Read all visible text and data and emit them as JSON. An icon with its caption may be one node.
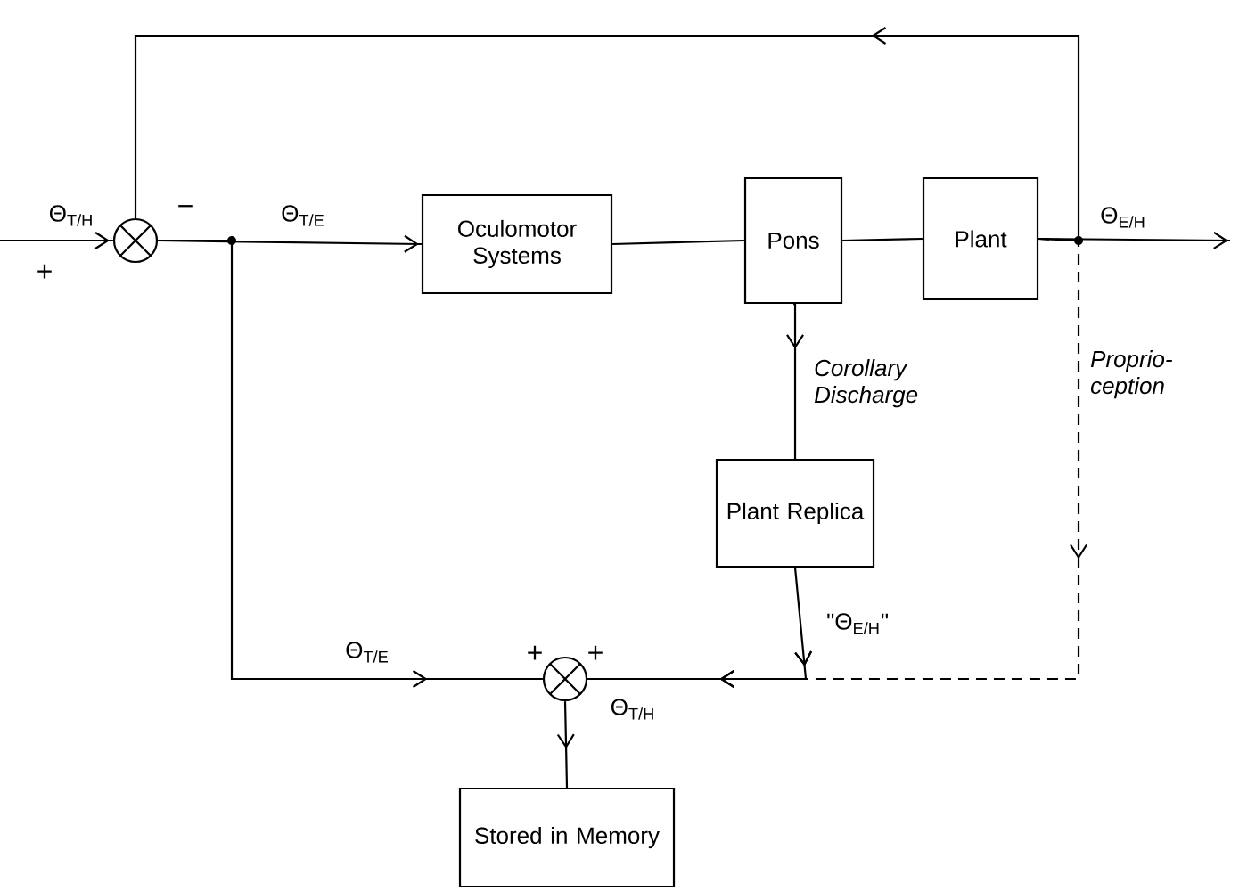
{
  "diagram": {
    "nodes": [
      {
        "text": [],
        "shape": "circle"
      },
      {
        "text": [
          "Oculomotor Systems"
        ]
      },
      {
        "text": [
          "Pons"
        ]
      },
      {
        "text": [
          "Plant"
        ]
      },
      {
        "text": [
          "Plant Replica"
        ]
      },
      {
        "text": [],
        "shape": "circle"
      },
      {
        "text": [
          "Stored in Memory"
        ]
      }
    ],
    "edges": [
      {
        "from": null,
        "to": 0,
        "arrow": "to",
        "label": "Θ$_{T/H}$"
      },
      {
        "from": 0,
        "to": 1,
        "arrow": "to",
        "label": "Θ$_{T/E}$"
      },
      {
        "from": 0,
        "to": 5,
        "arrow": "to",
        "label": "Θ$_{T/E}$"
      },
      {
        "from": 1,
        "to": 2,
        "arrow": "none"
      },
      {
        "from": 2,
        "to": 3,
        "arrow": "none"
      },
      {
        "from": 3,
        "to": null,
        "arrow": "to",
        "label": "Θ$_{E/H}$"
      },
      {
        "from": 3,
        "to": 0,
        "arrow": "to"
      },
      {
        "from": 2,
        "to": 4,
        "arrow": "to",
        "label": "Corollary Discharge"
      },
      {
        "from": 4,
        "to": 5,
        "arrow": "to",
        "label": "\"Θ$_{E/H}$\""
      },
      {
        "from": 3,
        "to": 5,
        "arrow": "to",
        "style": "dashed",
        "label": "Proprio- ception"
      },
      {
        "from": 5,
        "to": 6,
        "arrow": "to",
        "label": "Θ$_{T/H}$"
      }
    ],
    "labels": [
      "−",
      "+",
      "+",
      "+"
    ]
  }
}
